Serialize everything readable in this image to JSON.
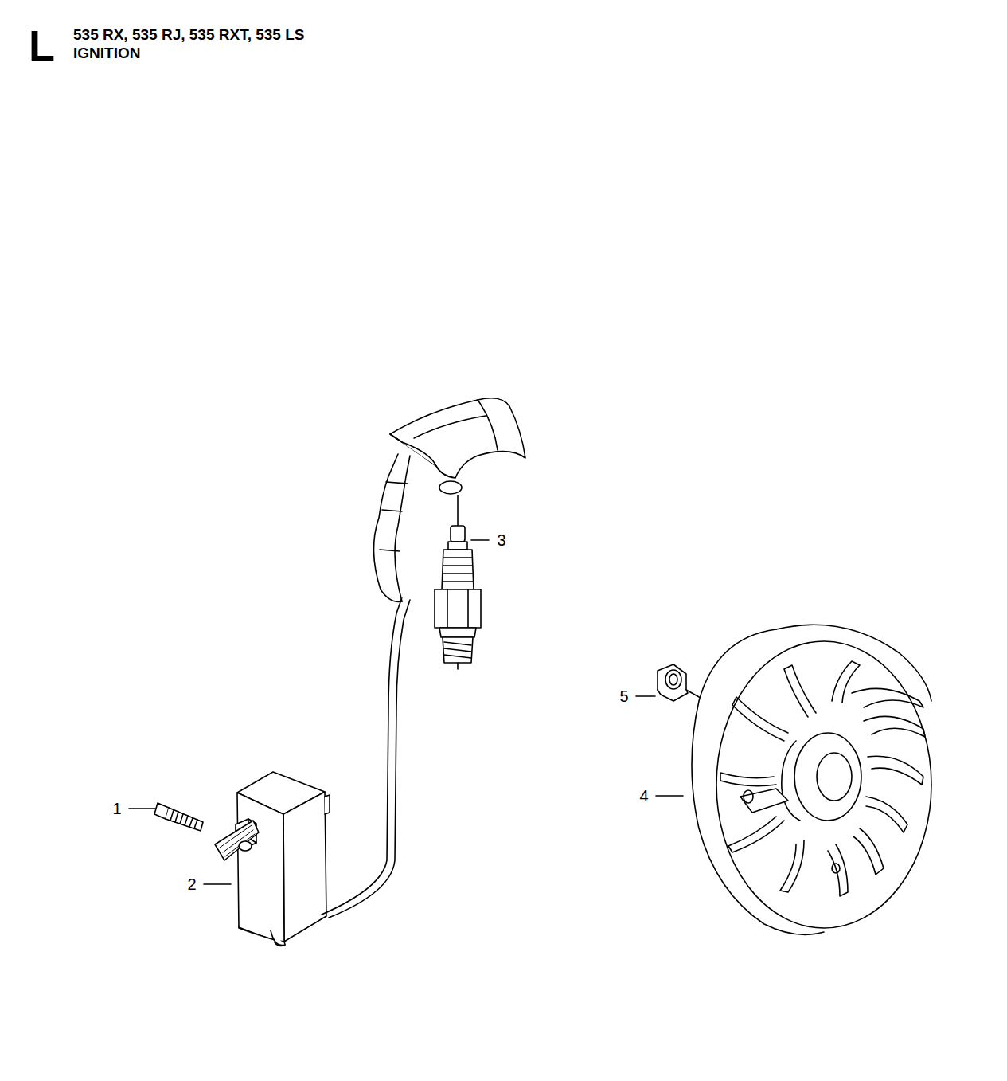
{
  "diagram": {
    "title": "535 RX, 535 RJ, 535 RXT, 535 LS",
    "labels": [
      "L",
      "IGNITION",
      "1",
      "2",
      "3",
      "4",
      "5"
    ]
  }
}
